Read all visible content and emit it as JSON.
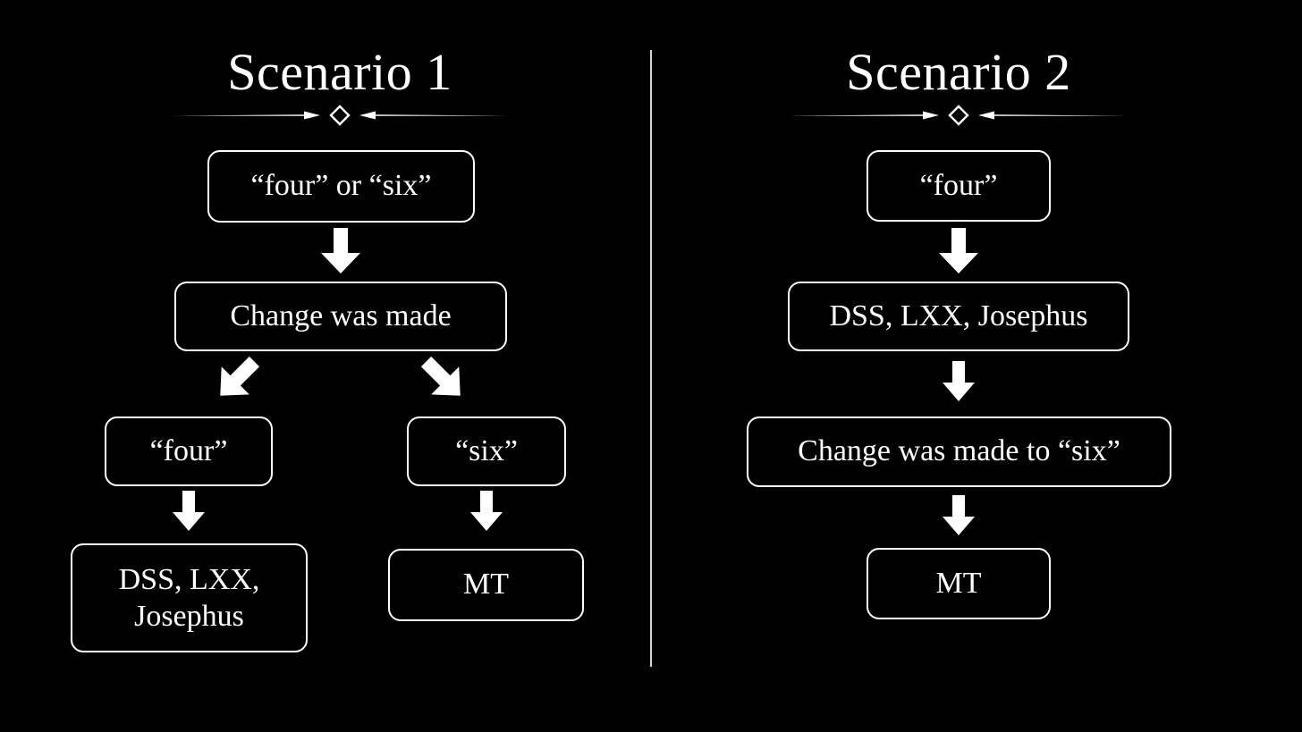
{
  "background_color": "#000000",
  "foreground_color": "#ffffff",
  "columns": [
    {
      "id": "scenario-1",
      "title": "Scenario 1",
      "divider_icon": "diamond-ornament-divider",
      "nodes": [
        {
          "id": "s1-n1",
          "text": "“four” or “six”"
        },
        {
          "id": "s1-n2",
          "text": "Change was made"
        },
        {
          "id": "s1-n3",
          "text": "“four”"
        },
        {
          "id": "s1-n4",
          "text": "“six”"
        },
        {
          "id": "s1-n5",
          "line1": "DSS, LXX,",
          "line2": "Josephus"
        },
        {
          "id": "s1-n6",
          "text": "MT"
        }
      ],
      "arrows": [
        {
          "id": "s1-a1",
          "icon": "arrow-down-icon"
        },
        {
          "id": "s1-a2",
          "icon": "arrow-down-left-icon"
        },
        {
          "id": "s1-a3",
          "icon": "arrow-down-right-icon"
        },
        {
          "id": "s1-a4",
          "icon": "arrow-down-icon"
        },
        {
          "id": "s1-a5",
          "icon": "arrow-down-icon"
        }
      ]
    },
    {
      "id": "scenario-2",
      "title": "Scenario 2",
      "divider_icon": "diamond-ornament-divider",
      "nodes": [
        {
          "id": "s2-n1",
          "text": "“four”"
        },
        {
          "id": "s2-n2",
          "text": "DSS, LXX, Josephus"
        },
        {
          "id": "s2-n3",
          "text": "Change was made to “six”"
        },
        {
          "id": "s2-n4",
          "text": "MT"
        }
      ],
      "arrows": [
        {
          "id": "s2-a1",
          "icon": "arrow-down-icon"
        },
        {
          "id": "s2-a2",
          "icon": "arrow-down-icon"
        },
        {
          "id": "s2-a3",
          "icon": "arrow-down-icon"
        }
      ]
    }
  ],
  "separator": {
    "id": "column-separator",
    "orientation": "vertical"
  }
}
